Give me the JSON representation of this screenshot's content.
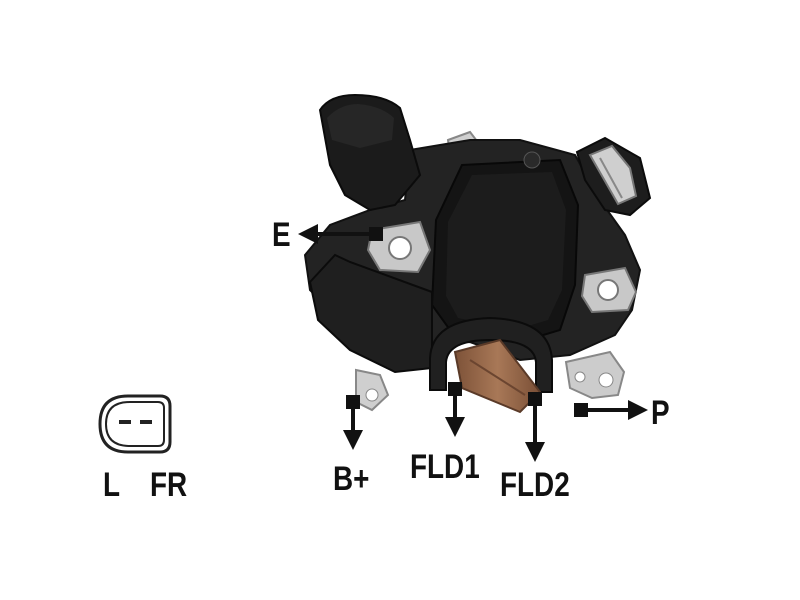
{
  "terminals": {
    "e": "E",
    "p": "P",
    "b_plus": "B+",
    "fld1": "FLD1",
    "fld2": "FLD2"
  },
  "connector_pins": {
    "l": "L",
    "fr": "FR"
  },
  "colors": {
    "body": "#232323",
    "body_dark": "#141414",
    "metal": "#c9c9c9",
    "brush": "#9a6a4d",
    "arrow": "#111111"
  }
}
